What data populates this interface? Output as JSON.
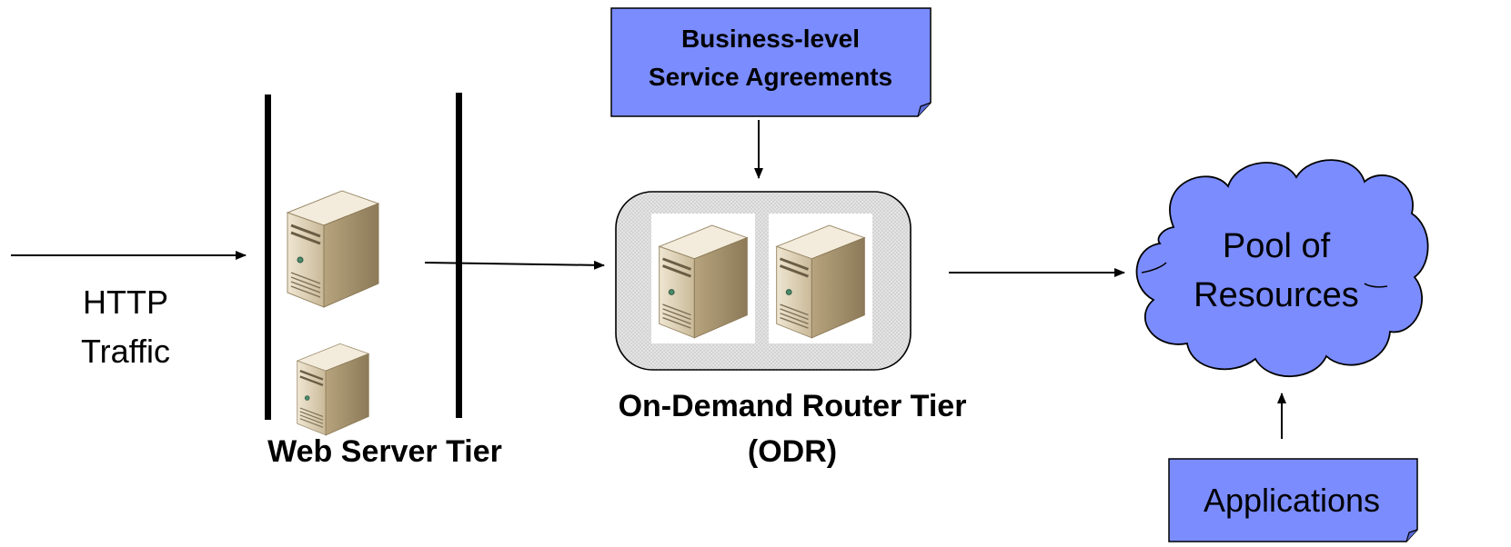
{
  "http_traffic": {
    "line1": "HTTP",
    "line2": "Traffic"
  },
  "web_server_tier": {
    "label": "Web Server Tier",
    "servers": 2
  },
  "business_note": {
    "line1": "Business-level",
    "line2": "Service Agreements",
    "color": "#7B8CFF"
  },
  "odr_tier": {
    "line1": "On-Demand Router Tier",
    "line2": "(ODR)",
    "servers": 2
  },
  "pool": {
    "line1": "Pool of",
    "line2": "Resources",
    "color": "#7B8CFF"
  },
  "applications_note": {
    "label": "Applications",
    "color": "#7B8CFF"
  },
  "icons": [
    "server-icon",
    "cloud-shape",
    "note-shape",
    "arrow"
  ]
}
